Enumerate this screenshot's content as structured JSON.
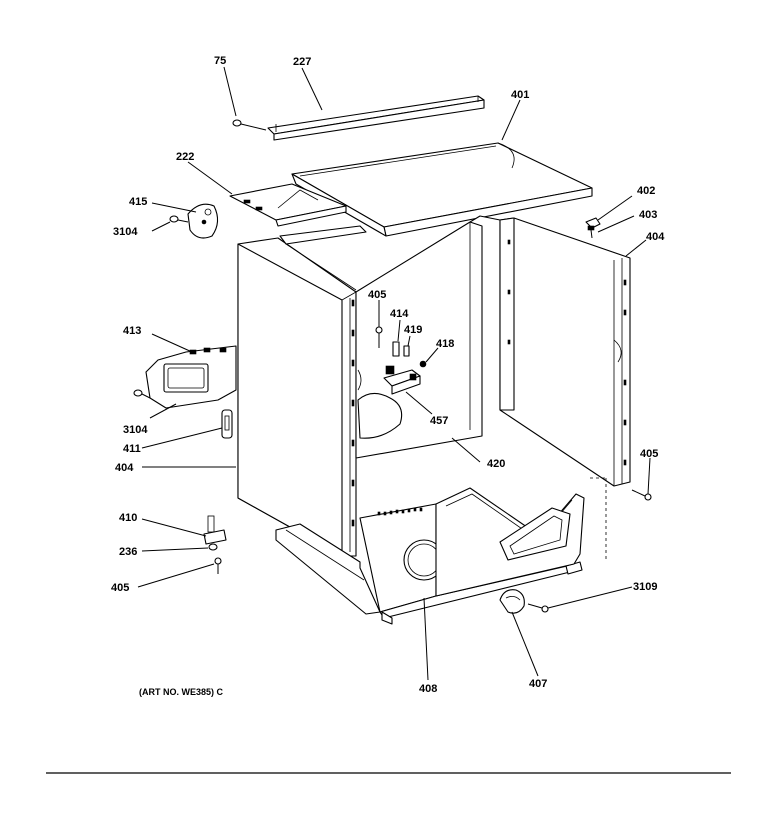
{
  "diagram": {
    "art_number": "(ART NO. WE385) C",
    "labels": {
      "l75": "75",
      "l227": "227",
      "l401": "401",
      "l222": "222",
      "l415": "415",
      "l3104a": "3104",
      "l402": "402",
      "l403": "403",
      "l404a": "404",
      "l405a": "405",
      "l414": "414",
      "l419": "419",
      "l418": "418",
      "l413": "413",
      "l457": "457",
      "l3104b": "3104",
      "l411": "411",
      "l404b": "404",
      "l420": "420",
      "l405b": "405",
      "l410": "410",
      "l236": "236",
      "l405c": "405",
      "l3109": "3109",
      "l408": "408",
      "l407": "407"
    }
  }
}
